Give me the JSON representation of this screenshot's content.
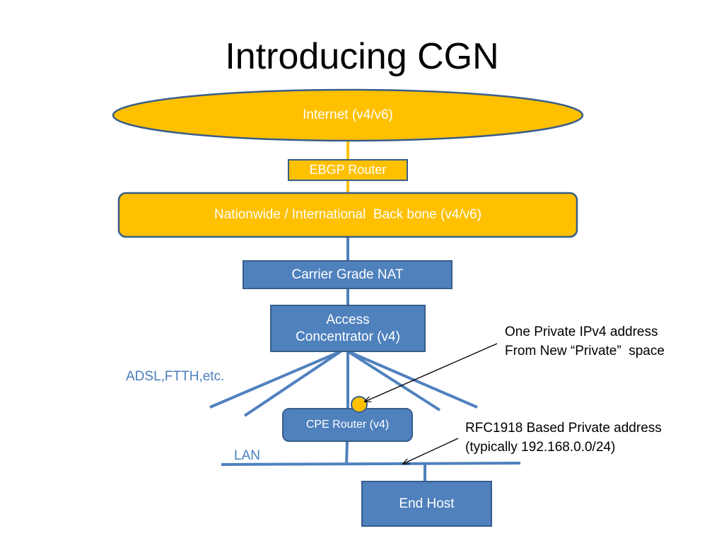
{
  "slide": {
    "title": "Introducing CGN"
  },
  "nodes": {
    "internet": "Internet (v4/v6)",
    "ebgp_router": "EBGP Router",
    "backbone": "Nationwide / International  Back bone (v4/v6)",
    "cgn": "Carrier Grade NAT",
    "access_line1": "Access",
    "access_line2": "Concentrator (v4)",
    "cpe_router": "CPE Router (v4)",
    "end_host": "End Host"
  },
  "labels": {
    "adsl": "ADSL,FTTH,etc.",
    "lan": "LAN"
  },
  "annotations": {
    "private_ipv4_line1": "One Private IPv4 address",
    "private_ipv4_line2": "From New “Private”  space",
    "rfc1918_line1": "RFC1918 Based Private address",
    "rfc1918_line2": "(typically 192.168.0.0/24)"
  },
  "colors": {
    "gold": "#ffc000",
    "blue": "#4f81bd",
    "border": "#385d8a",
    "link_blue": "#4a7ebb"
  }
}
